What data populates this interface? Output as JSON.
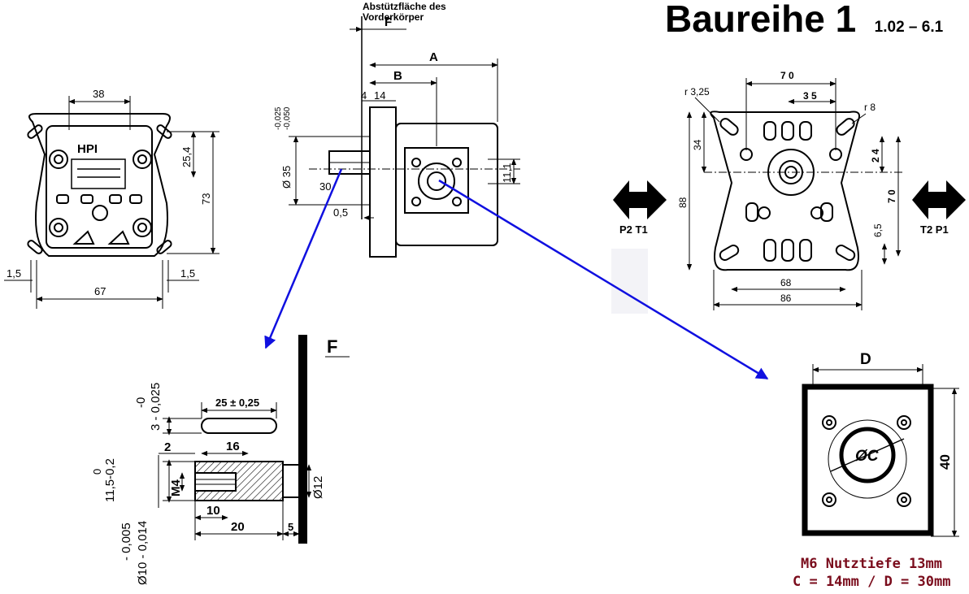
{
  "title": {
    "main": "Baureihe 1",
    "range": "1.02 – 6.1"
  },
  "note": {
    "line1": "Abstützfläche des",
    "line2": "Vorderkörper"
  },
  "flow_labels": {
    "left": "P2 T1",
    "right": "T2 P1"
  },
  "captions": {
    "line1": "M6 Nutztiefe 13mm",
    "line2": "C = 14mm / D = 30mm"
  },
  "front_view": {
    "logo": "HPI",
    "dims": {
      "width_top": "38",
      "height_a": "25,4",
      "height_b": "73",
      "width": "67",
      "edge_left": "1,5",
      "edge_right": "1,5"
    }
  },
  "side_view": {
    "labels": {
      "force": "F",
      "len_a": "A",
      "len_b": "B",
      "d1": "4",
      "d2": "14",
      "tol": "-0,025",
      "tol2": "-0,050",
      "dia": "Ø 35",
      "angle": "30",
      "gap": "0,5",
      "port": "11,1"
    }
  },
  "flange_view": {
    "dims": {
      "r1": "r 3,25",
      "r2": "r 8",
      "w70": "7 0",
      "w35": "3 5",
      "h34": "34",
      "h88": "88",
      "h24": "2 4",
      "h70": "7 0",
      "h65": "6,5",
      "w68": "68",
      "w86": "86"
    }
  },
  "shaft_detail": {
    "labels": {
      "force": "F",
      "key_len": "25 ± 0,25",
      "key_tol_a": "-0",
      "key_tol_b": "3 - 0,025",
      "gap2": "2",
      "len16": "16",
      "tol0": "0",
      "height": "11,5-0,2",
      "thread": "M4",
      "dia12": "Ø12",
      "len10": "10",
      "len20": "20",
      "len5": "5",
      "dia_tol": "- 0,005",
      "dia10": "Ø10 - 0,014"
    }
  },
  "port_detail": {
    "labels": {
      "d": "D",
      "c": "ØC",
      "h40": "40"
    }
  },
  "colors": {
    "arrow": "#1010e0",
    "caption": "#7a0c1c"
  }
}
